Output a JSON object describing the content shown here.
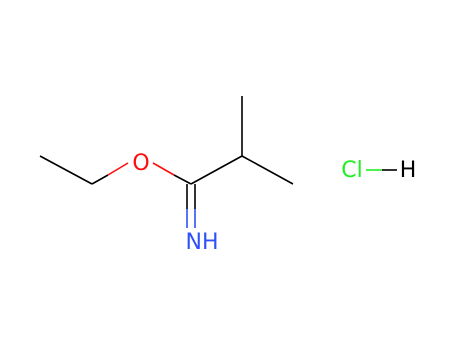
{
  "molecule": {
    "atoms": {
      "oxygen": {
        "label": "O",
        "color": "#ff0d0d"
      },
      "imine": {
        "label": "NH",
        "color": "#3050f8"
      },
      "chlorine": {
        "label": "Cl",
        "color": "#1ff01f"
      },
      "hydrogen": {
        "label": "H",
        "color": "#000000"
      }
    },
    "bond_colors": {
      "carbon": "#000000",
      "oxygen": "#ff0d0d",
      "nitrogen": "#3050f8",
      "chlorine": "#1ff01f"
    }
  }
}
